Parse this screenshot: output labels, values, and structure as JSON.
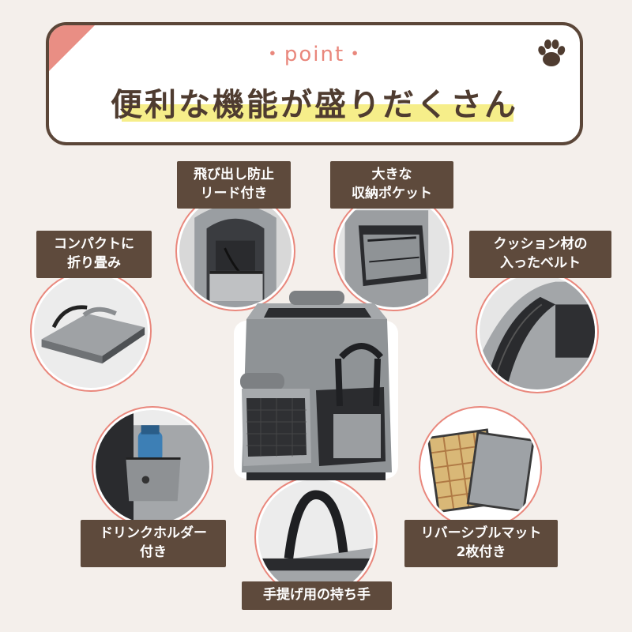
{
  "header": {
    "point_label": "・point・",
    "title": "便利な機能が盛りだくさん"
  },
  "features": {
    "leash": {
      "lines": [
        "飛び出し防止",
        "リード付き"
      ]
    },
    "pocket": {
      "lines": [
        "大きな",
        "収納ポケット"
      ]
    },
    "compact": {
      "lines": [
        "コンパクトに",
        "折り畳み"
      ]
    },
    "cushion": {
      "lines": [
        "クッション材の",
        "入ったベルト"
      ]
    },
    "drink": {
      "lines": [
        "ドリンクホルダー",
        "付き"
      ]
    },
    "mat": {
      "lines": [
        "リバーシブルマット",
        "2枚付き"
      ]
    },
    "handle": {
      "lines": [
        "手提げ用の持ち手"
      ]
    }
  },
  "colors": {
    "background": "#f4efeb",
    "accent_pink": "#e9877c",
    "label_brown": "#5e4a3c",
    "title_brown": "#4f3c30",
    "highlight_yellow": "#f6ee8a"
  }
}
